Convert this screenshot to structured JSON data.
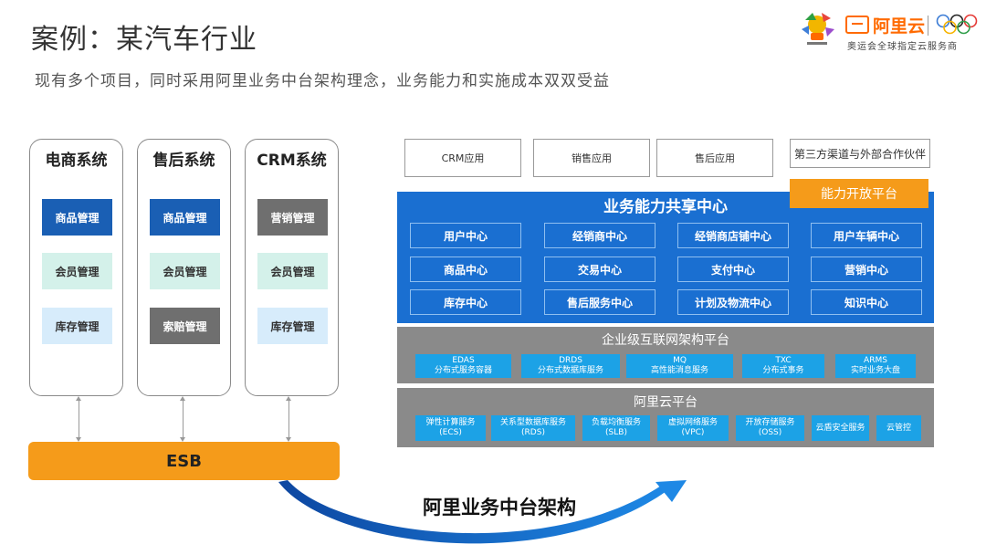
{
  "header": {
    "title": "案例：某汽车行业",
    "subtitle": "现有多个项目，同时采用阿里业务中台架构理念，业务能力和实施成本双双受益"
  },
  "logo": {
    "brand": "阿里云",
    "tagline": "奥运会全球指定云服务商",
    "mascot_icon": "olympic-mascot-icon",
    "rings_icon": "olympic-rings-icon"
  },
  "legacy_systems": [
    {
      "title": "电商系统",
      "modules": [
        "商品管理",
        "会员管理",
        "库存管理"
      ]
    },
    {
      "title": "售后系统",
      "modules": [
        "商品管理",
        "会员管理",
        "索赔管理"
      ]
    },
    {
      "title": "CRM系统",
      "modules": [
        "营销管理",
        "会员管理",
        "库存管理"
      ]
    }
  ],
  "esb": {
    "label": "ESB"
  },
  "applications": [
    "CRM应用",
    "销售应用",
    "售后应用",
    "第三方渠道与外部合作伙伴"
  ],
  "open_platform": {
    "label": "能力开放平台"
  },
  "shared_center": {
    "title": "业务能力共享中心",
    "capabilities": [
      "用户中心",
      "经销商中心",
      "经销商店铺中心",
      "用户车辆中心",
      "商品中心",
      "交易中心",
      "支付中心",
      "营销中心",
      "库存中心",
      "售后服务中心",
      "计划及物流中心",
      "知识中心"
    ]
  },
  "enterprise_platform": {
    "title": "企业级互联网架构平台",
    "services": [
      {
        "name": "EDAS",
        "desc": "分布式服务容器"
      },
      {
        "name": "DRDS",
        "desc": "分布式数据库服务"
      },
      {
        "name": "MQ",
        "desc": "高性能消息服务"
      },
      {
        "name": "TXC",
        "desc": "分布式事务"
      },
      {
        "name": "ARMS",
        "desc": "实时业务大盘"
      }
    ]
  },
  "cloud_platform": {
    "title": "阿里云平台",
    "services": [
      {
        "name": "弹性计算服务",
        "desc": "(ECS)"
      },
      {
        "name": "关系型数据库服务",
        "desc": "(RDS)"
      },
      {
        "name": "负载均衡服务",
        "desc": "(SLB)"
      },
      {
        "name": "虚拟网络服务",
        "desc": "(VPC)"
      },
      {
        "name": "开放存储服务",
        "desc": "(OSS)"
      },
      {
        "name": "云盾安全服务",
        "desc": ""
      },
      {
        "name": "云管控",
        "desc": ""
      }
    ]
  },
  "arch_label": "阿里业务中台架构",
  "colors": {
    "orange": "#f59b1a",
    "blue": "#1a6fd1",
    "dark_blue": "#1a5fb4",
    "cyan": "#1ca2e6",
    "gray_band": "#8a8a8a",
    "arc_blue": "#1565c0"
  }
}
